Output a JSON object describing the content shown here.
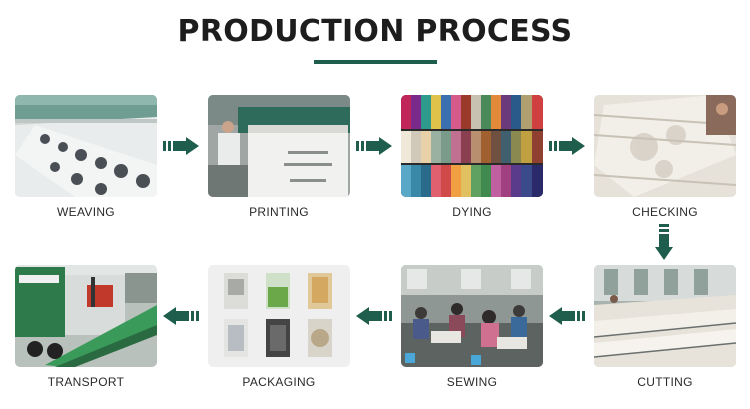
{
  "page": {
    "title": "PRODUCTION PROCESS",
    "accent_color": "#1f5e4c"
  },
  "steps": [
    {
      "label": "WEAVING",
      "image": "embroidery-machine-photo"
    },
    {
      "label": "PRINTING",
      "image": "printing-machine-photo"
    },
    {
      "label": "DYING",
      "image": "fabric-rolls-photo"
    },
    {
      "label": "CHECKING",
      "image": "fabric-inspection-photo"
    },
    {
      "label": "CUTTING",
      "image": "cutting-tables-photo"
    },
    {
      "label": "SEWING",
      "image": "sewing-workshop-photo"
    },
    {
      "label": "PACKAGING",
      "image": "packaged-curtains-photo"
    },
    {
      "label": "TRANSPORT",
      "image": "truck-loading-photo"
    }
  ],
  "arrows": [
    {
      "direction": "right",
      "icon": "arrow-right-icon"
    },
    {
      "direction": "right",
      "icon": "arrow-right-icon"
    },
    {
      "direction": "right",
      "icon": "arrow-right-icon"
    },
    {
      "direction": "down",
      "icon": "arrow-down-icon"
    },
    {
      "direction": "left",
      "icon": "arrow-left-icon"
    },
    {
      "direction": "left",
      "icon": "arrow-left-icon"
    },
    {
      "direction": "left",
      "icon": "arrow-left-icon"
    }
  ]
}
